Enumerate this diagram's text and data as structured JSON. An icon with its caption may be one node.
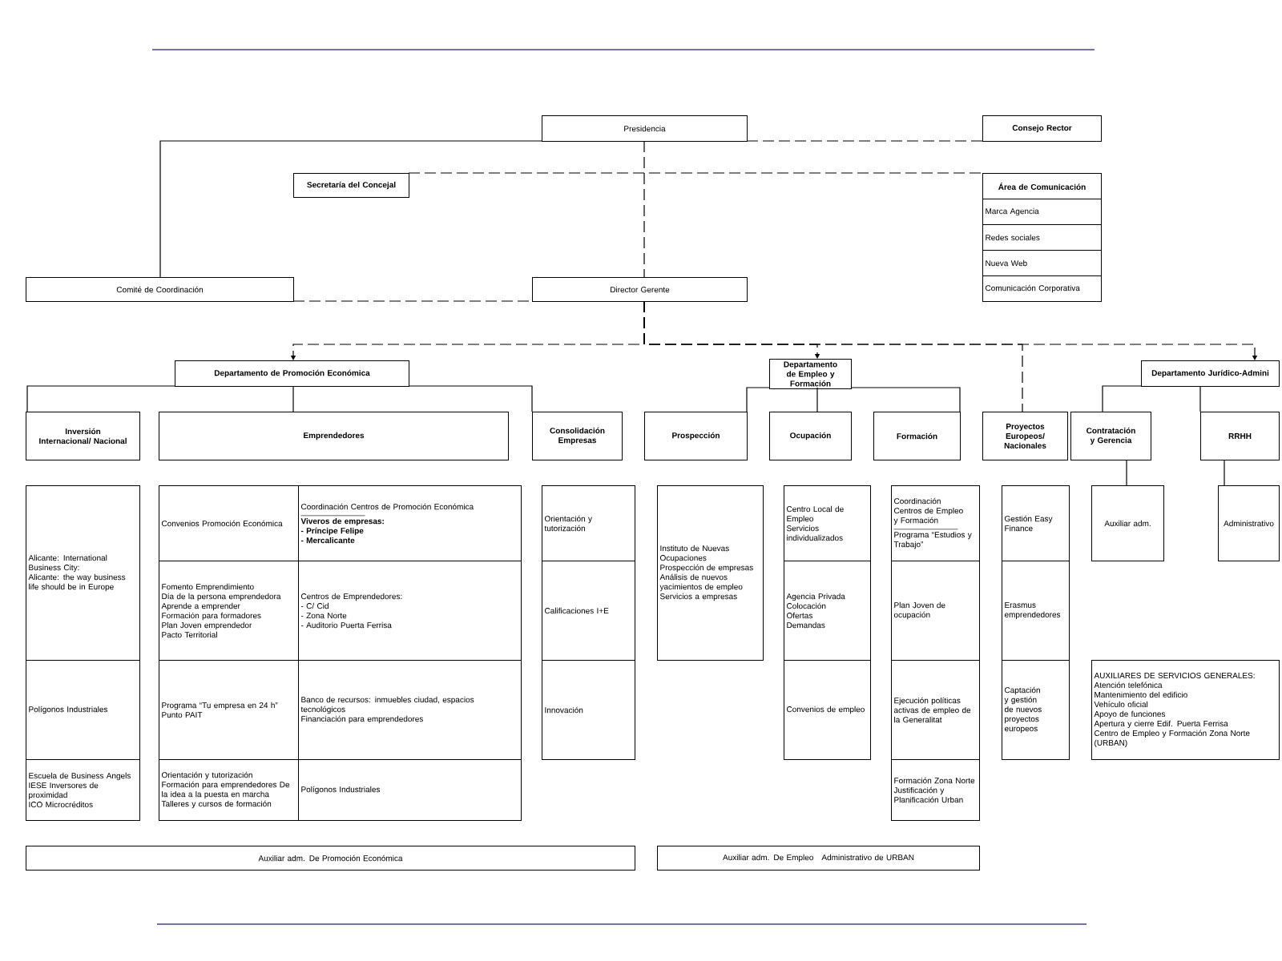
{
  "diagram": {
    "nodes": [
      {
        "text": [
          "Presidencia"
        ]
      },
      {
        "text": [
          "Consejo Rector"
        ]
      },
      {
        "text": [
          "Secretaría del Concejal"
        ]
      },
      {
        "text": [
          "Área de Comunicación"
        ]
      },
      {
        "text": [
          "Marca Agencia"
        ]
      },
      {
        "text": [
          "Redes sociales"
        ]
      },
      {
        "text": [
          "Nueva Web"
        ]
      },
      {
        "text": [
          "Comunicación Corporativa"
        ]
      },
      {
        "text": [
          "Comité de Coordinación"
        ]
      },
      {
        "text": [
          "Director Gerente"
        ]
      },
      {
        "text": [
          "Departamento de Promoción Económica"
        ]
      },
      {
        "text": [
          "Departamento de Empleo y Formación"
        ]
      },
      {
        "text": [
          "Departamento Jurídico-Admini"
        ]
      },
      {
        "text": [
          "Inversión Internacional/ Nacional"
        ]
      },
      {
        "text": [
          "Emprendedores"
        ]
      },
      {
        "text": [
          "Consolidación Empresas"
        ]
      },
      {
        "text": [
          "Prospección"
        ]
      },
      {
        "text": [
          "Ocupación"
        ]
      },
      {
        "text": [
          "Formación"
        ]
      },
      {
        "text": [
          "Proyectos Europeos/ Nacionales"
        ]
      },
      {
        "text": [
          "Contratación y Gerencia"
        ]
      },
      {
        "text": [
          "RRHH"
        ]
      },
      {
        "text": [
          "Alicante: International Business City:",
          "Alicante: the way business life should be in Europe"
        ]
      },
      {
        "text": [
          "Polígonos Industriales"
        ]
      },
      {
        "text": [
          "Escuela de Business Angels",
          "IESE Inversores de proximidad",
          "ICO Microcréditos"
        ]
      },
      {
        "text": [
          "Convenios Promoción Económica"
        ]
      },
      {
        "text": [
          "Coordinación Centros de Promoción Económica",
          "Viveros de empresas:",
          "- Príncipe Felipe",
          "- Mercalicante"
        ]
      },
      {
        "text": [
          "Fomento Emprendimiento",
          "Día de la persona emprendedora",
          "Aprende a emprender",
          "Formación para formadores",
          "Plan Joven emprendedor",
          "Pacto Territorial"
        ]
      },
      {
        "text": [
          "Centros de Emprendedores:",
          "- C/ Cid",
          "- Zona Norte",
          "- Auditorio Puerta Ferrisa"
        ]
      },
      {
        "text": [
          "Programa “Tu empresa en 24 h”",
          "Punto PAIT"
        ]
      },
      {
        "text": [
          "Banco de recursos: inmuebles ciudad, espacios tecnológicos",
          "Financiación para emprendedores"
        ]
      },
      {
        "text": [
          "Orientación y tutorización",
          "Formación para emprendedores De la idea a la puesta en marcha",
          "Talleres y cursos de formación"
        ]
      },
      {
        "text": [
          "Polígonos Industriales"
        ]
      },
      {
        "text": [
          "Orientación y tutorización"
        ]
      },
      {
        "text": [
          "Calificaciones I+E"
        ]
      },
      {
        "text": [
          "Innovación"
        ]
      },
      {
        "text": [
          "Instituto de Nuevas Ocupaciones",
          "Prospección de empresas",
          "Análisis de nuevos yacimientos de empleo",
          "Servicios a empresas"
        ]
      },
      {
        "text": [
          "Centro Local de Empleo",
          "Servicios individualizados"
        ]
      },
      {
        "text": [
          "Agencia Privada",
          "Colocación",
          "Ofertas",
          "Demandas"
        ]
      },
      {
        "text": [
          "Convenios de empleo"
        ]
      },
      {
        "text": [
          "Coordinación Centros de Empleo y Formación",
          "Programa “Estudios y Trabajo”"
        ]
      },
      {
        "text": [
          "Plan Joven de ocupación"
        ]
      },
      {
        "text": [
          "Ejecución políticas activas de empleo de la Generalitat"
        ]
      },
      {
        "text": [
          "Formación Zona Norte",
          "Justificación y Planificación Urban"
        ]
      },
      {
        "text": [
          "Gestión Easy Finance"
        ]
      },
      {
        "text": [
          "Erasmus emprendedores"
        ]
      },
      {
        "text": [
          "Captación y gestión de nuevos proyectos europeos"
        ]
      },
      {
        "text": [
          "Auxiliar adm."
        ]
      },
      {
        "text": [
          "Administrativo"
        ]
      },
      {
        "text": [
          "AUXILIARES DE SERVICIOS GENERALES:",
          "Atención telefónica",
          "Mantenimiento del edificio",
          "Vehículo oficial",
          "Apoyo de funciones",
          "Apertura y cierre Edif. Puerta Ferrisa",
          "Centro de Empleo y Formación Zona Norte (URBAN)"
        ]
      },
      {
        "text": [
          "Auxiliar adm. De Promoción Económica"
        ]
      },
      {
        "text": [
          "Auxiliar adm. De Empleo",
          "Administrativo de URBAN"
        ]
      }
    ],
    "edges": [
      {
        "from": 0,
        "to": 8,
        "arrow": "none"
      },
      {
        "from": 0,
        "to": 1,
        "arrow": "none",
        "style": "dashed"
      },
      {
        "from": 0,
        "to": 9,
        "arrow": "none",
        "style": "dashed"
      },
      {
        "from": 8,
        "to": 9,
        "arrow": "none",
        "style": "dashed"
      },
      {
        "from": 2,
        "to": 3,
        "arrow": "none",
        "style": "dashed"
      },
      {
        "from": 9,
        "to": 10,
        "arrow": "to",
        "style": "dashed"
      },
      {
        "from": 9,
        "to": 11,
        "arrow": "to",
        "style": "dashed"
      },
      {
        "from": 9,
        "to": 19,
        "arrow": "none",
        "style": "dashed"
      },
      {
        "from": 9,
        "to": 12,
        "arrow": "to",
        "style": "dashed"
      },
      {
        "from": 10,
        "to": 13,
        "arrow": "none"
      },
      {
        "from": 10,
        "to": 14,
        "arrow": "none"
      },
      {
        "from": 10,
        "to": 15,
        "arrow": "none"
      },
      {
        "from": 11,
        "to": 16,
        "arrow": "none"
      },
      {
        "from": 11,
        "to": 17,
        "arrow": "none"
      },
      {
        "from": 11,
        "to": 18,
        "arrow": "none"
      },
      {
        "from": 12,
        "to": 20,
        "arrow": "none"
      },
      {
        "from": 12,
        "to": 21,
        "arrow": "none"
      },
      {
        "from": 20,
        "to": 47,
        "arrow": "none"
      },
      {
        "from": 21,
        "to": 48,
        "arrow": "none"
      }
    ]
  }
}
